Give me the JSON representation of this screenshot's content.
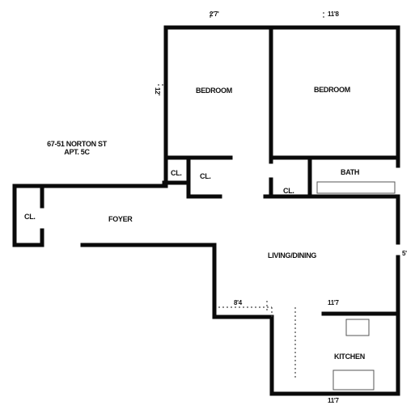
{
  "plan": {
    "address_line1": "67-51 NORTON ST",
    "address_line2": "APT. 5C",
    "rooms": {
      "bedroom_left": "BEDROOM",
      "bedroom_right": "BEDROOM",
      "bath": "BATH",
      "foyer": "FOYER",
      "living_dining": "LIVING/DINING",
      "kitchen": "KITCHEN",
      "closet_foyer": "CL.",
      "closet_1": "CL.",
      "closet_2": "CL.",
      "closet_3": "CL."
    },
    "dimensions": {
      "top_left": "2'7'",
      "top_right": "11'8",
      "left_side": "12'",
      "right_side": "5'",
      "kitchen_top": "11'7",
      "living_bottom": "8'4",
      "kitchen_bottom": "11'7"
    }
  }
}
